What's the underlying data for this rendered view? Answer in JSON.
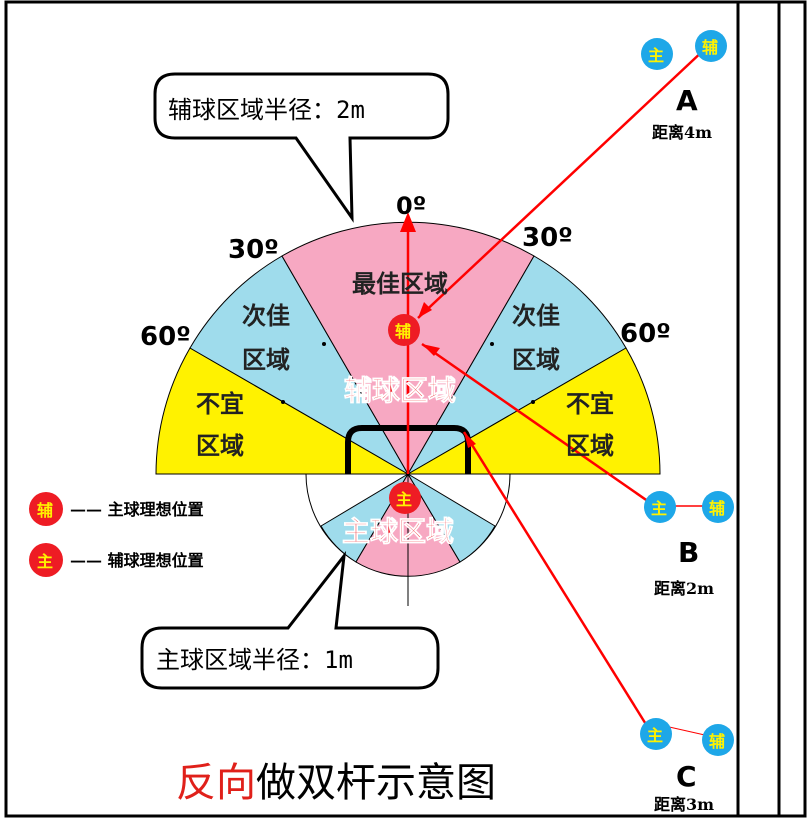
{
  "colors": {
    "pink": "#f7a8c2",
    "blue": "#9fdcec",
    "yellow": "#fff200",
    "red": "#ff0000",
    "ball_blue": "#1ea7e8",
    "ball_red": "#ee1c24",
    "ball_text_yellow": "#fff200",
    "title_red": "#e0201a"
  },
  "angles": {
    "zero": "0º",
    "thirty_left": "30º",
    "thirty_right": "30º",
    "sixty_left": "60º",
    "sixty_right": "60º"
  },
  "zones": {
    "best": "最佳区域",
    "second_left_1": "次佳",
    "second_left_2": "区域",
    "second_right_1": "次佳",
    "second_right_2": "区域",
    "unsuitable_left_1": "不宜",
    "unsuitable_left_2": "区域",
    "unsuitable_right_1": "不宜",
    "unsuitable_right_2": "区域",
    "assist_area": "辅球区域",
    "main_area": "主球区域"
  },
  "callouts": {
    "assist_radius": "辅球区域半径：2m",
    "main_radius": "主球区域半径：1m"
  },
  "legend": {
    "ball1_char": "辅",
    "item1": "—— 主球理想位置",
    "ball2_char": "主",
    "item2": "—— 辅球理想位置"
  },
  "balls": {
    "main_char": "主",
    "assist_char": "辅"
  },
  "positions": {
    "a_label": "A",
    "a_distance": "距离4m",
    "b_label": "B",
    "b_distance": "距离2m",
    "c_label": "C",
    "c_distance": "距离3m"
  },
  "title": {
    "red_part": "反向",
    "black_part": "做双杆示意图"
  }
}
